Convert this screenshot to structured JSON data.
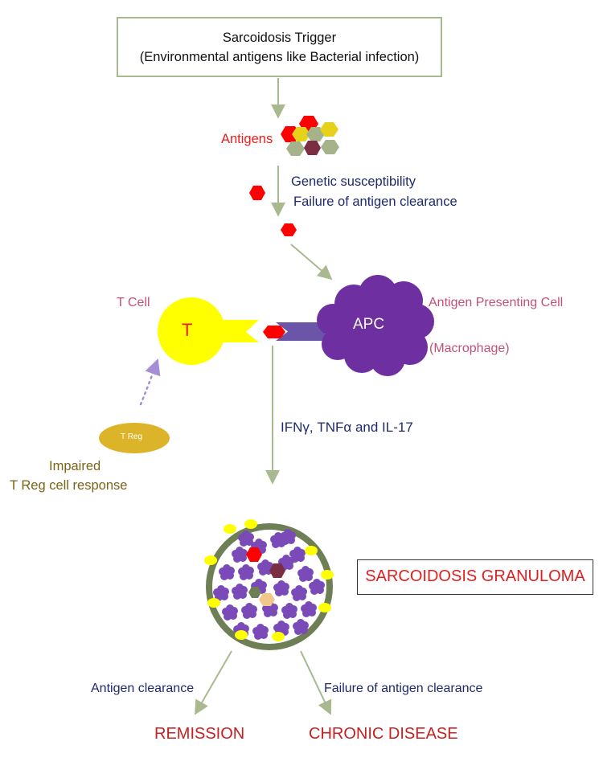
{
  "trigger": {
    "line1": "Sarcoidosis Trigger",
    "line2": "(Environmental antigens like Bacterial infection)"
  },
  "antigens_label": "Antigens",
  "genetic": {
    "line1": "Genetic susceptibility",
    "line2": "Failure of antigen clearance"
  },
  "tcell": {
    "label": "T Cell",
    "letter": "T"
  },
  "apc": {
    "letter": "APC",
    "label": "Antigen Presenting Cell",
    "sub": "(Macrophage)"
  },
  "cytokines": {
    "prefix": "IFN",
    "gamma": "γ",
    "mid": ", TNF",
    "alpha": "α",
    "suffix": " and IL-17"
  },
  "treg": {
    "letter": "T Reg",
    "line1": "Impaired",
    "line2": "T Reg cell response"
  },
  "granuloma_label": "SARCOIDOSIS GRANULOMA",
  "outcomes": {
    "left_path": "Antigen clearance",
    "right_path": "Failure of antigen clearance",
    "left_result": "REMISSION",
    "right_result": "CHRONIC DISEASE"
  },
  "colors": {
    "arrow": "#a9b98f",
    "antigen_red": "#ff0000",
    "antigen_yellow": "#e6d21a",
    "antigen_sage": "#a5b28a",
    "antigen_maroon": "#7b2e42",
    "tcell_yellow": "#ffff00",
    "apc_purple": "#6e2fa0",
    "treg_gold": "#dcb42a",
    "granuloma_ring": "#6f7f55",
    "macrophage": "#7a4bb8"
  }
}
